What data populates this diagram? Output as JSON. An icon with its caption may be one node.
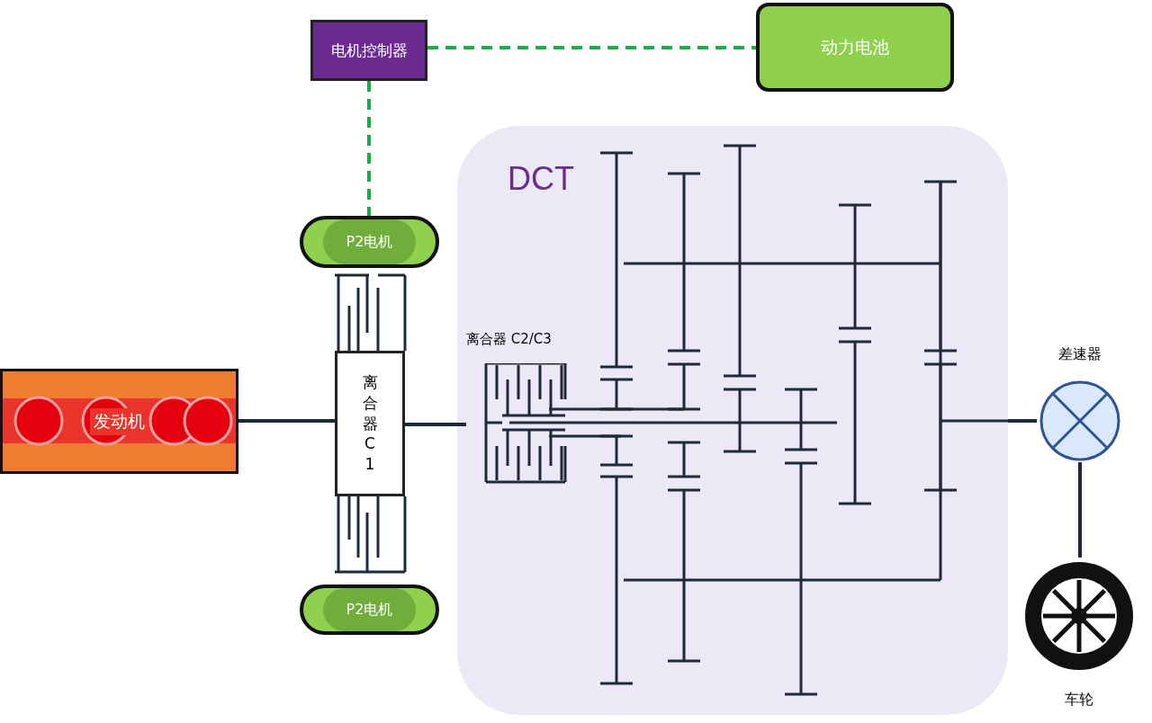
{
  "diagram": {
    "nodes": [
      {
        "text": [
          "电机控制器"
        ]
      },
      {
        "text": [
          "动力电池"
        ]
      },
      {
        "text": [
          "DCT"
        ]
      },
      {
        "text": [
          "P2电机"
        ]
      },
      {
        "text": [
          "P2电机"
        ]
      },
      {
        "text": [
          "发动机"
        ]
      },
      {
        "text": [
          "离合器C1"
        ]
      },
      {
        "text": [
          "离合器 C2/C3"
        ],
        "in": 2
      },
      {
        "text": [
          "差速器"
        ]
      },
      {
        "text": [
          "车轮"
        ]
      }
    ],
    "edges": [
      {
        "from": 0,
        "to": 1,
        "arrow": "none",
        "style": "dashed",
        "color": "#1faa4b"
      },
      {
        "from": 0,
        "to": 3,
        "arrow": "none",
        "style": "dashed",
        "color": "#1faa4b"
      },
      {
        "from": 5,
        "to": 6,
        "arrow": "none"
      },
      {
        "from": 6,
        "to": 7,
        "arrow": "none"
      },
      {
        "from": 2,
        "to": 8,
        "arrow": "none"
      },
      {
        "from": 8,
        "to": 9,
        "arrow": "none"
      }
    ]
  }
}
